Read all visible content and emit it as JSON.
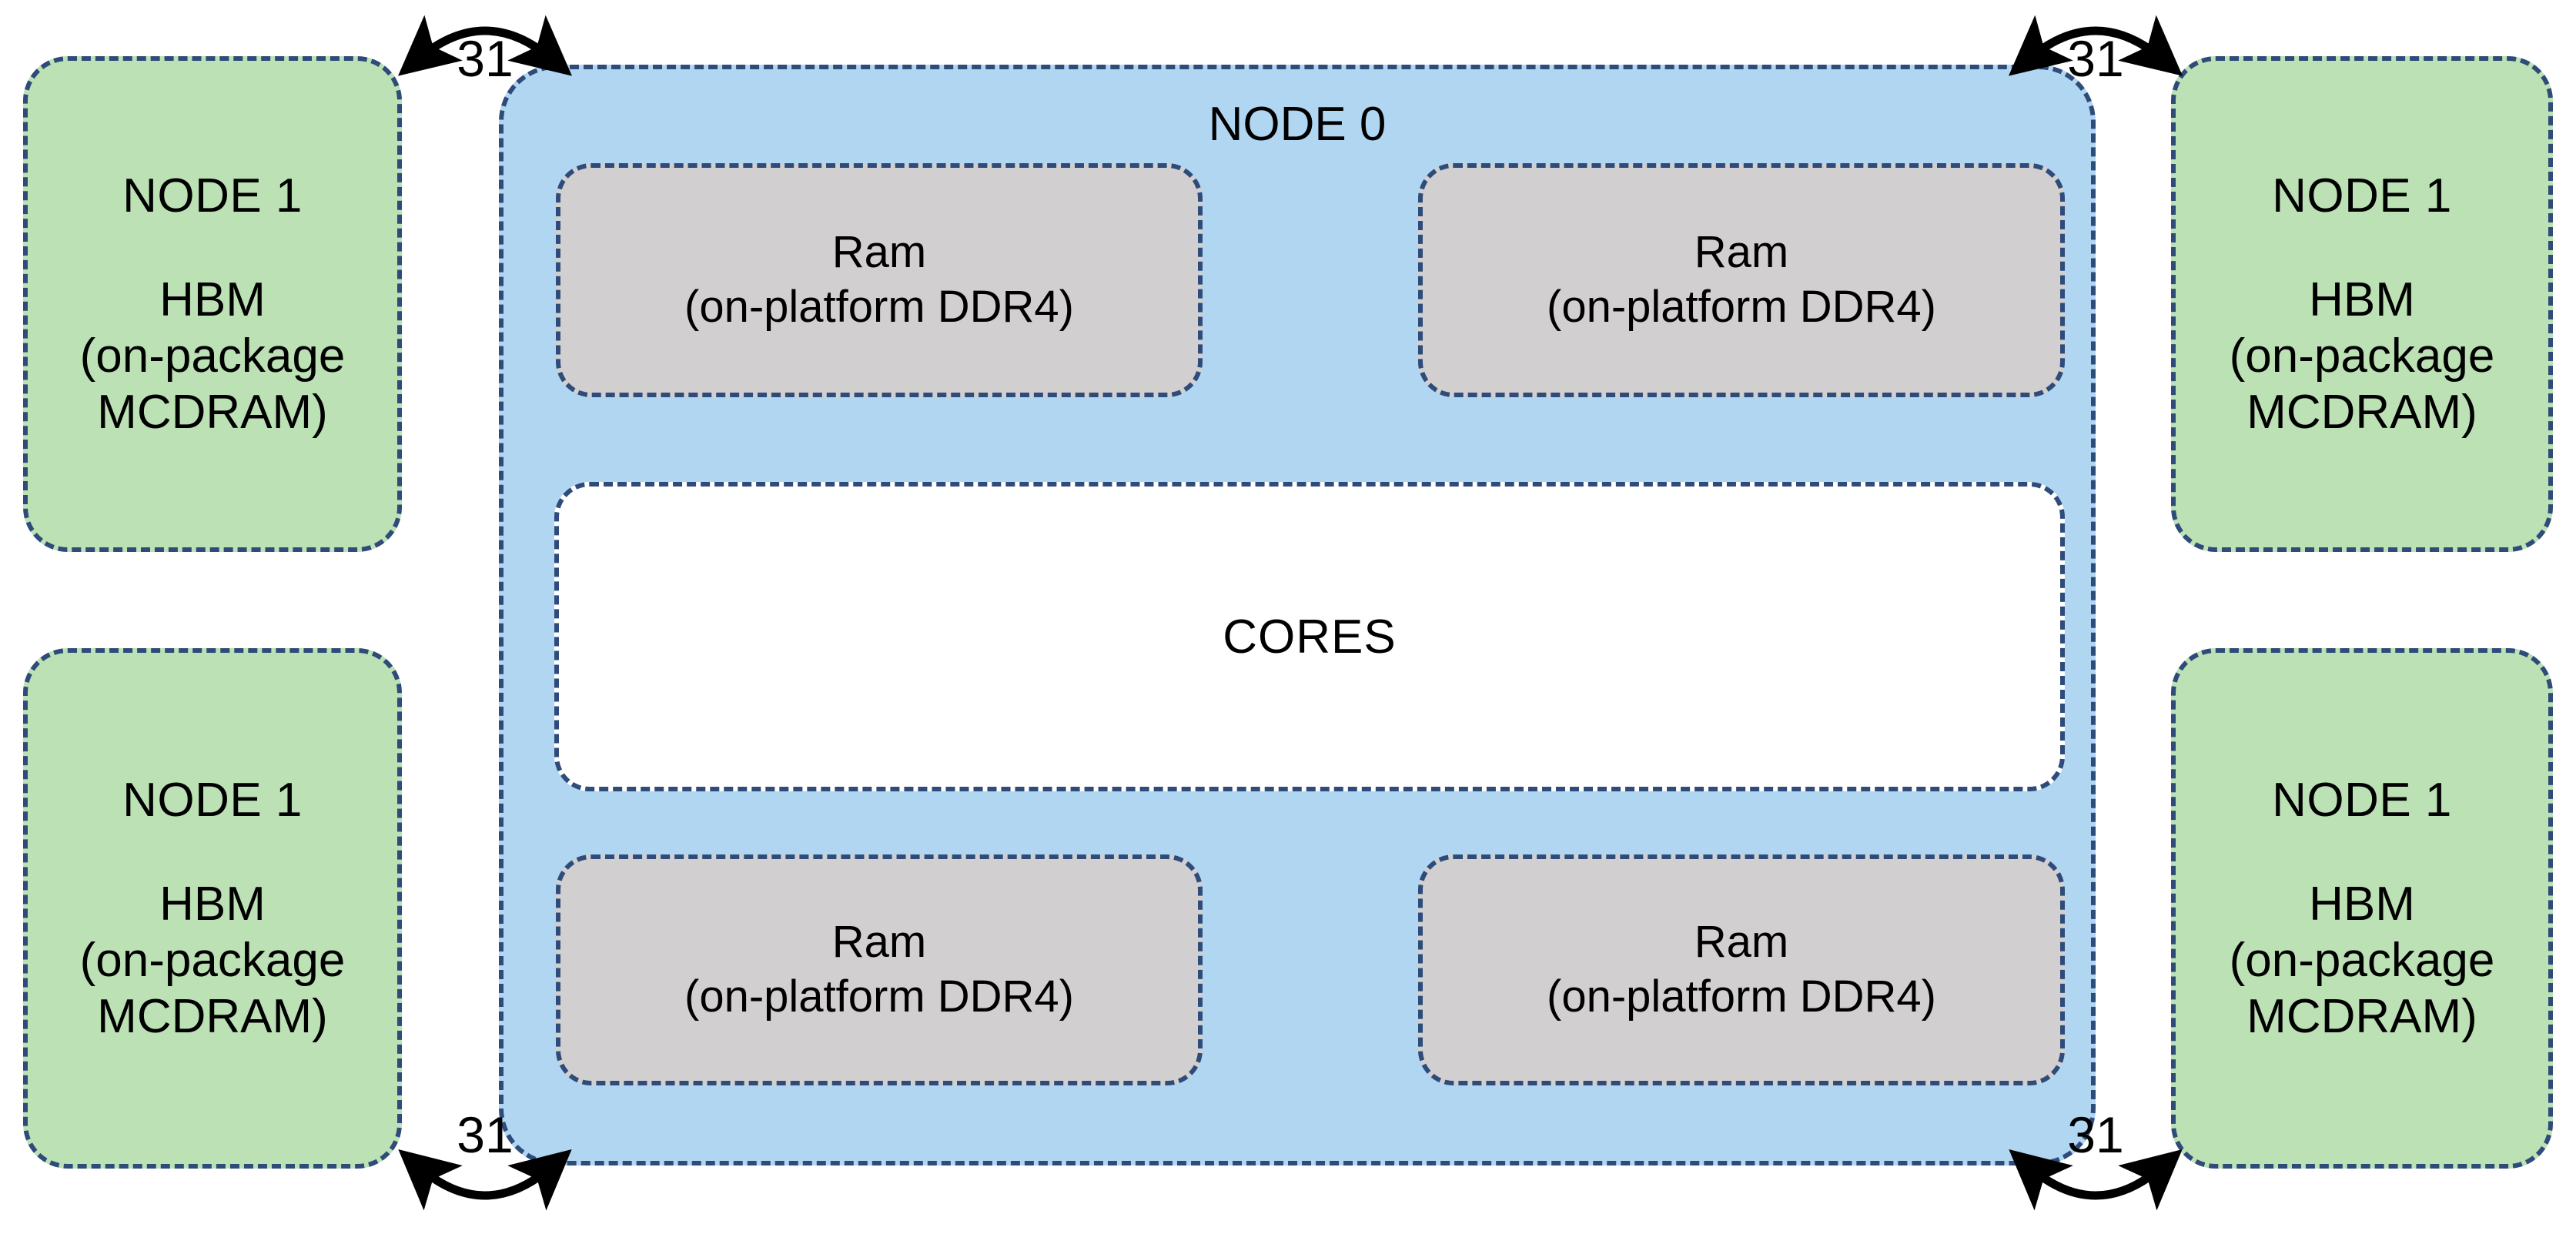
{
  "diagram": {
    "title": "NUMA node topology: NODE 0 with on-platform DDR4 and cores, surrounded by NODE 1 on-package MCDRAM HBM blocks",
    "colors": {
      "hbm_fill": "#BCE1B4",
      "node0_fill": "#B0D6F2",
      "ram_fill": "#D2CFD0",
      "cores_fill": "#FFFFFF",
      "border": "#2E4B79",
      "arrow": "#000000",
      "background": "#FFFFFF"
    }
  },
  "node0": {
    "label": "NODE 0",
    "cores": {
      "label": "CORES"
    },
    "ram_blocks": [
      {
        "title": "Ram",
        "subtitle": "(on-platform DDR4)",
        "position": "top-left"
      },
      {
        "title": "Ram",
        "subtitle": "(on-platform DDR4)",
        "position": "top-right"
      },
      {
        "title": "Ram",
        "subtitle": "(on-platform DDR4)",
        "position": "bottom-left"
      },
      {
        "title": "Ram",
        "subtitle": "(on-platform DDR4)",
        "position": "bottom-right"
      }
    ]
  },
  "hbm_nodes": [
    {
      "title": "NODE 1",
      "memory": "HBM",
      "detail_line1": "(on-package",
      "detail_line2": "MCDRAM)",
      "position": "top-left"
    },
    {
      "title": "NODE 1",
      "memory": "HBM",
      "detail_line1": "(on-package",
      "detail_line2": "MCDRAM)",
      "position": "bottom-left"
    },
    {
      "title": "NODE 1",
      "memory": "HBM",
      "detail_line1": "(on-package",
      "detail_line2": "MCDRAM)",
      "position": "top-right"
    },
    {
      "title": "NODE 1",
      "memory": "HBM",
      "detail_line1": "(on-package",
      "detail_line2": "MCDRAM)",
      "position": "bottom-right"
    }
  ],
  "interconnects": [
    {
      "distance": "31",
      "position": "top-left"
    },
    {
      "distance": "31",
      "position": "top-right"
    },
    {
      "distance": "31",
      "position": "bottom-left"
    },
    {
      "distance": "31",
      "position": "bottom-right"
    }
  ]
}
